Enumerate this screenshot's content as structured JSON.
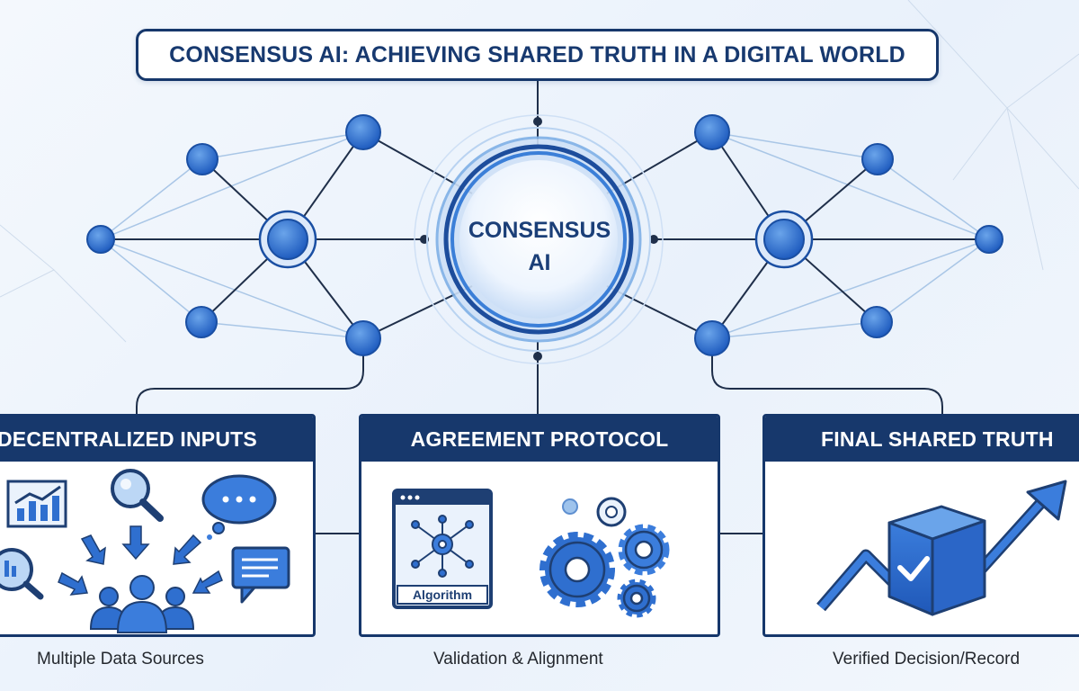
{
  "title": "CONSENSUS AI: ACHIEVING SHARED TRUTH IN A DIGITAL WORLD",
  "hub": {
    "line1": "CONSENSUS",
    "line2": "AI"
  },
  "panels": [
    {
      "heading": "DECENTRALIZED INPUTS",
      "caption": "Multiple Data Sources"
    },
    {
      "heading": "AGREEMENT PROTOCOL",
      "caption": "Validation & Alignment",
      "algorithm_label": "Algorithm"
    },
    {
      "heading": "FINAL SHARED TRUTH",
      "caption": "Verified Decision/Record"
    }
  ],
  "colors": {
    "navy": "#16376b",
    "blue": "#2f6fcf",
    "light_blue": "#9ec3ec",
    "line": "#1f2f4a"
  },
  "icons": {
    "left": [
      "bar-chart-icon",
      "magnifier-icon",
      "thought-bubble-icon",
      "chat-icon",
      "search-chart-icon",
      "people-group-icon",
      "arrow-icon"
    ],
    "mid": [
      "browser-window-icon",
      "network-node-icon",
      "gear-icon"
    ],
    "right": [
      "cube-icon",
      "checkmark-icon",
      "trend-arrow-icon"
    ]
  }
}
